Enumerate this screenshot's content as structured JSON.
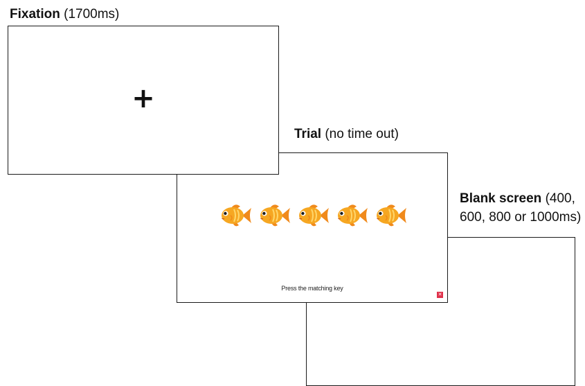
{
  "fixation": {
    "title": "Fixation",
    "detail": "(1700ms)",
    "symbol": "+"
  },
  "trial": {
    "title": "Trial",
    "detail": "(no time out)",
    "prompt": "Press the matching key",
    "stimulus_icon": "goldfish-icon",
    "stimulus_count": 5,
    "stimulus_colors": {
      "body": "#f6a722",
      "fin": "#f08a1c",
      "stripe": "#ffd66b"
    },
    "close_icon": "close-icon",
    "close_color": "#e0314b"
  },
  "blank": {
    "title": "Blank screen",
    "detail_line1": "(400,",
    "detail_line2": "600, 800 or 1000ms)"
  }
}
